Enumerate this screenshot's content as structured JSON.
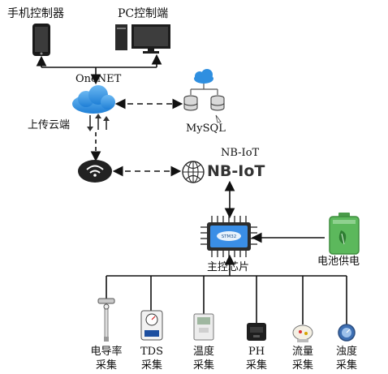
{
  "labels": {
    "phone": "手机控制器",
    "pc": "PC控制端",
    "onenet": "OneNET",
    "upload_cloud": "上传云端",
    "mysql": "MySQL",
    "nbiot_top": "NB-IoT",
    "nbiot_logo": "NB-IoT",
    "mcu": "主控芯片",
    "mcu_chip_text": "STM32",
    "battery": "电池供电"
  },
  "sensors": [
    {
      "line1": "电导率",
      "line2": "采集",
      "icon": "conductivity-probe-icon"
    },
    {
      "line1": "TDS",
      "line2": "采集",
      "icon": "tds-meter-icon"
    },
    {
      "line1": "温度",
      "line2": "采集",
      "icon": "temperature-sensor-icon"
    },
    {
      "line1": "PH",
      "line2": "采集",
      "icon": "ph-sensor-icon"
    },
    {
      "line1": "流量",
      "line2": "采集",
      "icon": "flow-meter-icon"
    },
    {
      "line1": "浊度",
      "line2": "采集",
      "icon": "turbidity-sensor-icon"
    }
  ],
  "colors": {
    "cloud_blue": "#2f8fe0",
    "battery_green": "#5cb85c",
    "chip_dark": "#2d2d2d",
    "chip_blue": "#3a8ee6"
  }
}
